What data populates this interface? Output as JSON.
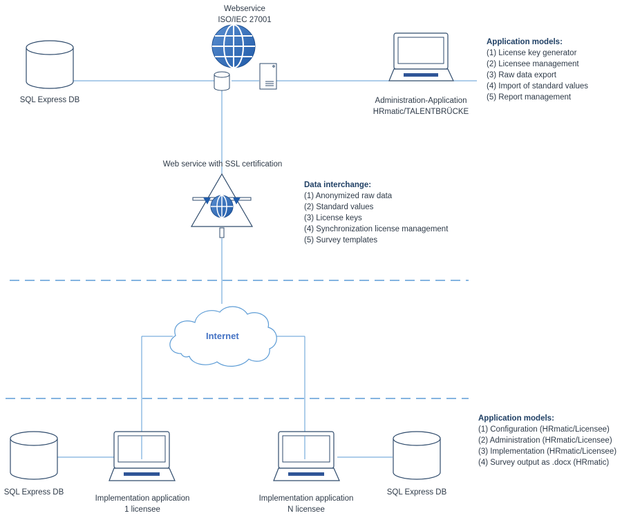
{
  "webservice": {
    "title": "Webservice",
    "subtitle": "ISO/IEC 27001"
  },
  "db_top_left": "SQL Express DB",
  "admin_app": {
    "line1": "Administration-Application",
    "line2": "HRmatic/TALENTBRÜCKE"
  },
  "app_models_top": {
    "heading": "Application models:",
    "items": [
      "(1) License key generator",
      "(2) Licensee management",
      "(3) Raw data export",
      "(4) Import of standard values",
      "(5) Report management"
    ]
  },
  "ssl_label": "Web service with SSL certification",
  "data_interchange": {
    "heading": "Data interchange:",
    "items": [
      "(1) Anonymized raw data",
      "(2) Standard values",
      "(3) License keys",
      "(4) Synchronization license management",
      "(5) Survey templates"
    ]
  },
  "internet": "Internet",
  "app_models_bottom": {
    "heading": "Application models:",
    "items": [
      "(1) Configuration (HRmatic/Licensee)",
      "(2) Administration (HRmatic/Licensee)",
      "(3) Implementation (HRmatic/Licensee)",
      "(4) Survey output as .docx (HRmatic)"
    ]
  },
  "db_bottom_left": "SQL Express DB",
  "db_bottom_right": "SQL Express DB",
  "impl_app_1": {
    "line1": "Implementation application",
    "line2": "1 licensee"
  },
  "impl_app_n": {
    "line1": "Implementation application",
    "line2": "N licensee"
  }
}
